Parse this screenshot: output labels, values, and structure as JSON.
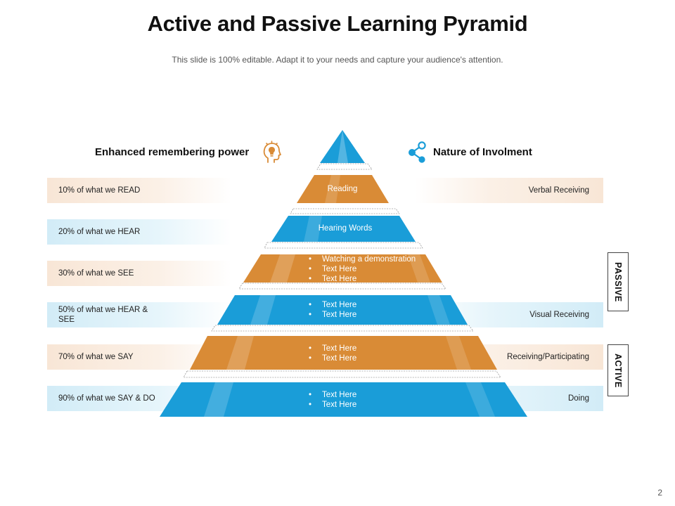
{
  "title": "Active and Passive Learning Pyramid",
  "subtitle": "This slide is 100% editable. Adapt it to your needs and capture your audience's attention.",
  "left_heading": "Enhanced remembering power",
  "right_heading": "Nature of Involment",
  "icons": {
    "left": "head-lightbulb-icon",
    "right": "share-nodes-icon"
  },
  "colors": {
    "orange": "#d98b36",
    "blue": "#1a9dd8",
    "light_orange": "#f8e6d6",
    "light_blue": "#d2ecf7"
  },
  "left_labels": [
    "10% of what we READ",
    "20% of what we HEAR",
    "30% of what we SEE",
    "50% of what we HEAR & SEE",
    "70% of what we SAY",
    "90% of what we SAY & DO"
  ],
  "tiers": {
    "reading": "Reading",
    "hearing": "Hearing Words",
    "tier4": [
      "Watching a demonstration",
      "Text Here",
      "Text Here"
    ],
    "tier5": [
      "Text Here",
      "Text Here"
    ],
    "tier6": [
      "Text Here",
      "Text Here"
    ],
    "tier7": [
      "Text Here",
      "Text Here"
    ]
  },
  "right_labels": {
    "verbal": "Verbal Receiving",
    "visual": "Visual Receiving",
    "receiving": "Receiving/Participating",
    "doing": "Doing"
  },
  "side_boxes": {
    "passive": "PASSIVE",
    "active": "ACTIVE"
  },
  "page_number": "2"
}
